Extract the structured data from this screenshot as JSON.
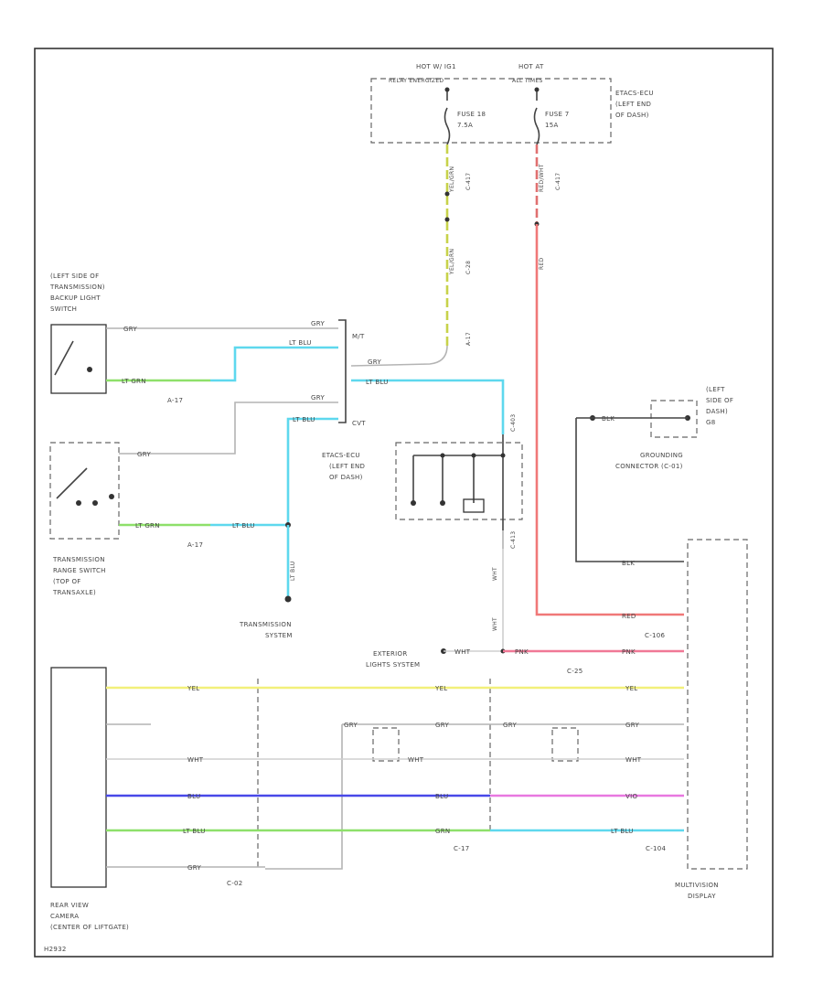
{
  "diagram": {
    "fuse_box": {
      "hot_left": "HOT W/ IG1",
      "hot_left_sub": "RELAY ENERGIZED",
      "hot_right": "HOT AT",
      "hot_right_sub": "ALL TIMES",
      "location": [
        "ETACS-ECU",
        "(LEFT END",
        "OF DASH)"
      ],
      "fuse_a": [
        "FUSE 18",
        "7.5A"
      ],
      "fuse_b": [
        "FUSE 7",
        "15A"
      ]
    },
    "connectors": {
      "c417_top": "C-417",
      "c417_top2": "C-417",
      "c28": "C-28",
      "a17_top": "A-17",
      "a17_left": "A-17",
      "a17_left2": "A-17",
      "c403": "C-403",
      "c413": "C-413",
      "c106": "C-106",
      "c25": "C-25",
      "c17": "C-17",
      "c104": "C-104",
      "c02": "C-02"
    },
    "components": {
      "backup_switch": [
        "(LEFT SIDE OF",
        "TRANSMISSION)",
        "BACKUP LIGHT",
        "SWITCH"
      ],
      "range_switch": [
        "TRANSMISSION",
        "RANGE SWITCH",
        "(TOP OF",
        "TRANSAXLE)"
      ],
      "trans_system": [
        "TRANSMISSION",
        "SYSTEM"
      ],
      "etacs_mid": [
        "ETACS-ECU",
        "(LEFT END",
        "OF DASH)"
      ],
      "ground": [
        "GROUNDING",
        "CONNECTOR (C-01)"
      ],
      "ground_loc": [
        "(LEFT",
        "SIDE OF",
        "DASH)",
        "G8"
      ],
      "exterior": [
        "EXTERIOR",
        "LIGHTS SYSTEM"
      ],
      "camera": [
        "REAR VIEW",
        "CAMERA",
        "(CENTER OF LIFTGATE)"
      ],
      "display": [
        "MULTIVISION",
        "DISPLAY"
      ],
      "mt": "M/T",
      "cvt": "CVT",
      "footer": "H2932"
    },
    "wire_labels": {
      "gry": "GRY",
      "ltblu": "LT BLU",
      "ltgrn": "LT GRN",
      "red": "RED",
      "blk": "BLK",
      "pnk": "PNK",
      "yel": "YEL",
      "blu": "BLU",
      "vio": "VIO",
      "grn": "GRN",
      "wht": "WHT",
      "yelgrn": "YEL/GRN",
      "redwht": "RED/WHT"
    }
  }
}
